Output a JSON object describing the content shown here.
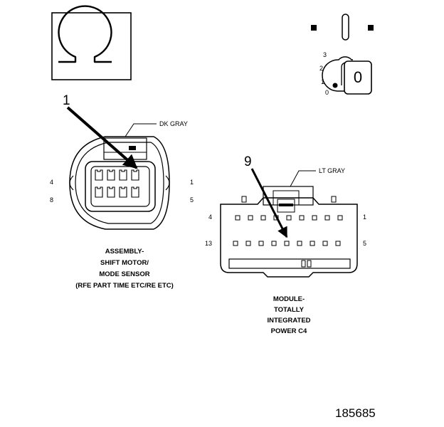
{
  "icons": {
    "ohm_symbol": "ohmmeter-icon",
    "ignition_switch": "ignition-key-icon"
  },
  "ignition": {
    "positions": [
      "3",
      "2",
      "1",
      "0"
    ],
    "key_label": "0"
  },
  "connector1": {
    "callout": "1",
    "color": "DK GRAY",
    "pin_labels": {
      "top_left": "4",
      "bottom_left": "8",
      "top_right": "1",
      "bottom_right": "5"
    },
    "caption": [
      "ASSEMBLY-",
      "SHIFT MOTOR/",
      "MODE SENSOR",
      "(RFE PART TIME ETC/RE ETC)"
    ]
  },
  "connector2": {
    "callout": "9",
    "color": "LT GRAY",
    "pin_labels": {
      "top_left": "4",
      "bottom_left": "13",
      "top_right": "1",
      "bottom_right": "5"
    },
    "caption": [
      "MODULE-",
      "TOTALLY",
      "INTEGRATED",
      "POWER C4"
    ]
  },
  "figure_number": "185685"
}
